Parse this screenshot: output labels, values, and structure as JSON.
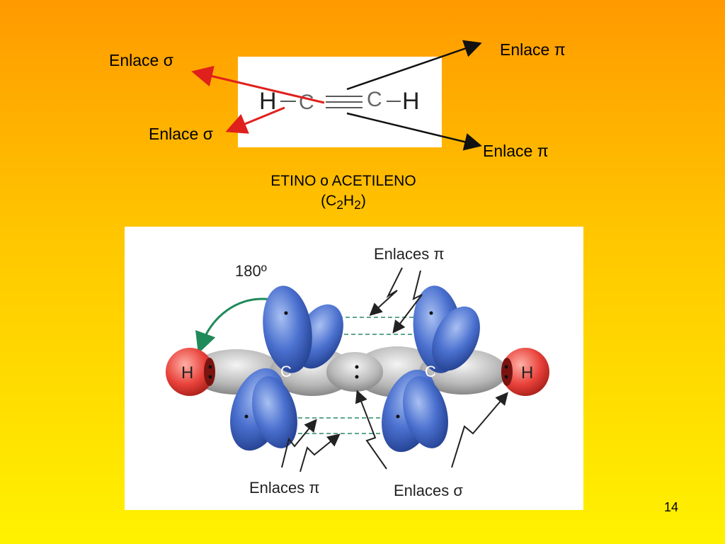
{
  "structural_formula": {
    "atoms": [
      "H",
      "C",
      "C",
      "H"
    ],
    "labels": {
      "sigma_top": "Enlace σ",
      "sigma_bottom": "Enlace σ",
      "pi_top": "Enlace π",
      "pi_bottom": "Enlace π"
    }
  },
  "compound": {
    "name": "ETINO o ACETILENO",
    "formula_open": "(C",
    "sub1": "2",
    "formula_mid": "H",
    "sub2": "2",
    "formula_close": ")"
  },
  "orbital_diagram": {
    "angle_label": "180º",
    "pi_label_top": "Enlaces π",
    "pi_label_bottom": "Enlaces π",
    "sigma_label_bottom": "Enlaces σ",
    "atom_h": "H",
    "atom_c": "C"
  },
  "colors": {
    "sigma_arrow": "#e0201c",
    "pi_arrow": "#111111",
    "orbital_blue": "#3f66c8",
    "hydrogen_red": "#e8413a",
    "angle_arrow": "#1f8a5a"
  },
  "page": {
    "number": "14"
  }
}
